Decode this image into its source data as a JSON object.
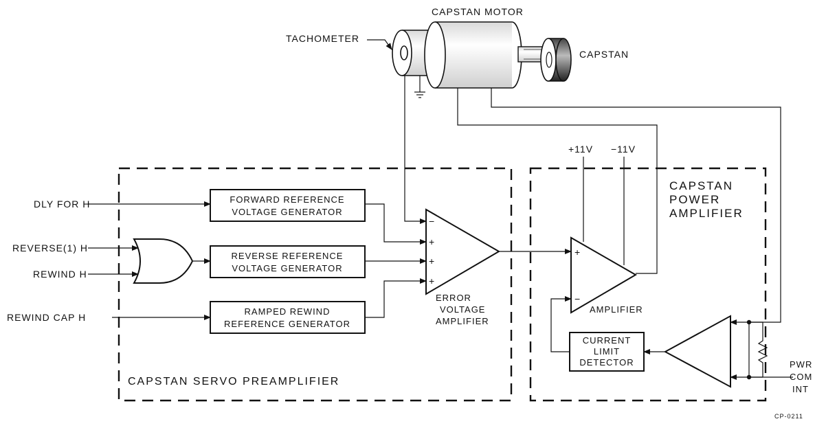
{
  "motor": {
    "tachometer": "TACHOMETER",
    "capstan_motor": "CAPSTAN MOTOR",
    "capstan": "CAPSTAN"
  },
  "preamp": {
    "title": "CAPSTAN SERVO PREAMPLIFIER",
    "inputs": {
      "dly_for": "DLY FOR H",
      "reverse": "REVERSE(1) H",
      "rewind": "REWIND H",
      "rewind_cap": "REWIND CAP H"
    },
    "fwd_gen": {
      "line1": "FORWARD REFERENCE",
      "line2": "VOLTAGE GENERATOR"
    },
    "rev_gen": {
      "line1": "REVERSE REFERENCE",
      "line2": "VOLTAGE GENERATOR"
    },
    "ramp_gen": {
      "line1": "RAMPED REWIND",
      "line2": "REFERENCE GENERATOR"
    },
    "error_amp": {
      "line1": "ERROR",
      "line2": "VOLTAGE",
      "line3": "AMPLIFIER"
    },
    "signs": {
      "minus": "−",
      "plus": "+"
    }
  },
  "power_amp": {
    "title_line1": "CAPSTAN",
    "title_line2": "POWER",
    "title_line3": "AMPLIFIER",
    "plus_supply": "+11V",
    "minus_supply": "−11V",
    "amplifier": "AMPLIFIER",
    "current_limit": {
      "line1": "CURRENT",
      "line2": "LIMIT",
      "line3": "DETECTOR"
    },
    "pwr": {
      "line1": "PWR",
      "line2": "COM",
      "line3": "INT"
    }
  },
  "doc_code": "CP-0211"
}
